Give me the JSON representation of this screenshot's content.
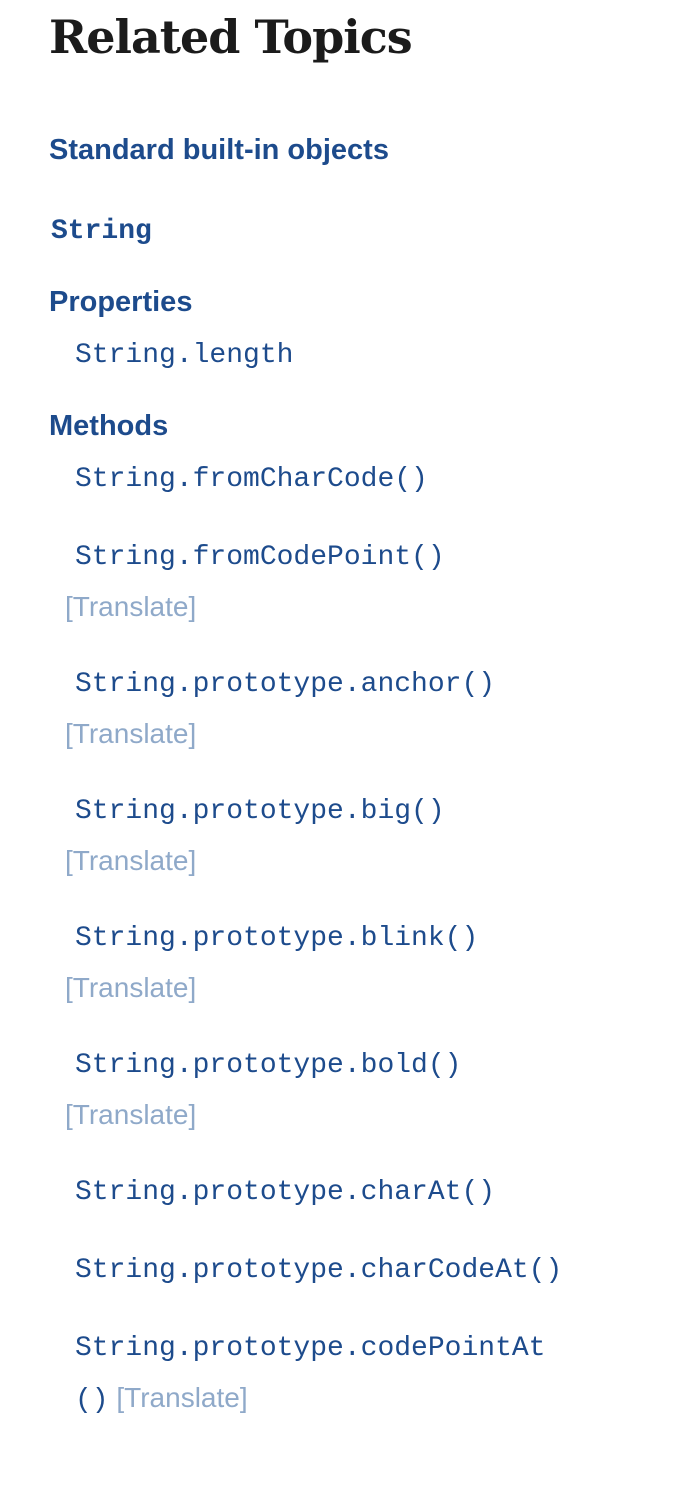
{
  "sidebar": {
    "title": "Related Topics",
    "sections": [
      {
        "heading": "Standard built-in objects",
        "items": [
          {
            "label": "String",
            "current": true
          }
        ]
      },
      {
        "heading": "Properties",
        "items": [
          {
            "label": "String.length"
          }
        ]
      },
      {
        "heading": "Methods",
        "items": [
          {
            "label": "String.fromCharCode()"
          },
          {
            "label": "String.fromCodePoint()",
            "translate": "[Translate]"
          },
          {
            "label": "String.prototype.anchor()",
            "translate": "[Translate]"
          },
          {
            "label": "String.prototype.big()",
            "translate": "[Translate]"
          },
          {
            "label": "String.prototype.blink()",
            "translate": "[Translate]"
          },
          {
            "label": "String.prototype.bold()",
            "translate": "[Translate]"
          },
          {
            "label": "String.prototype.charAt()"
          },
          {
            "label": "String.prototype.charCodeAt()"
          },
          {
            "label": "String.prototype.codePointAt()",
            "translate": "[Translate]"
          }
        ]
      }
    ],
    "colors": {
      "link_navy": "#1d4b8c",
      "translate_blue": "#8fa9c9",
      "title_text": "#1b1b1b",
      "background": "#ffffff"
    }
  }
}
